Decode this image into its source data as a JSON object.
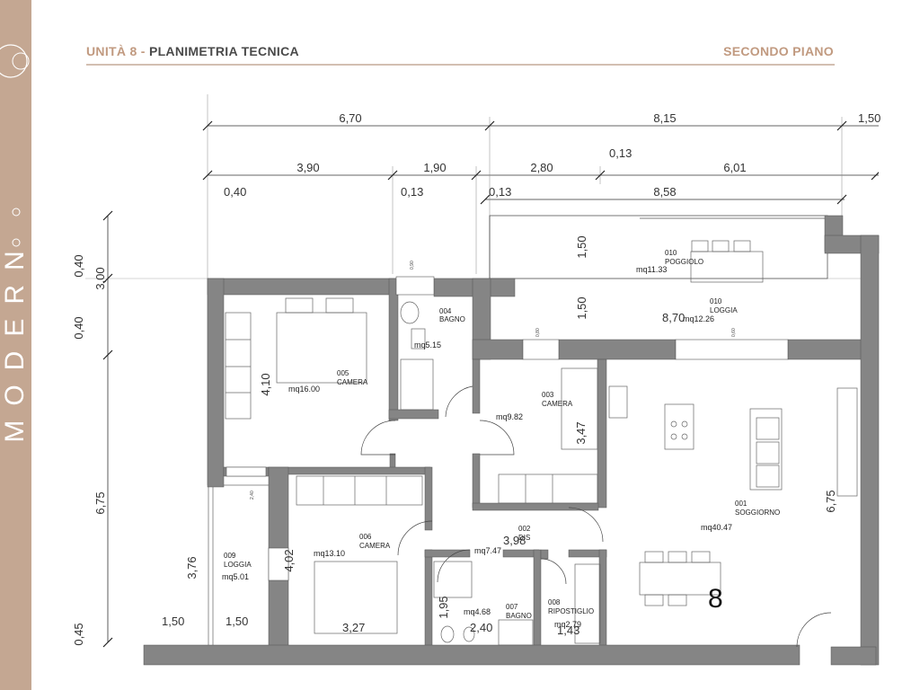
{
  "header": {
    "unit": "UNITÀ 8",
    "separator": "-",
    "subtitle": "PLANIMETRIA TECNICA",
    "floor": "SECONDO PIANO"
  },
  "brand": {
    "side_text": "MODERN"
  },
  "colors": {
    "accent": "#c4a792",
    "wall": "#808080",
    "dimension": "#333333"
  },
  "unit_number": "8",
  "dimensions": {
    "top_row1": [
      "6,70",
      "8,15",
      "1,50"
    ],
    "top_row2": [
      "3,90",
      "1,90",
      "2,80",
      "0,13",
      "6,01"
    ],
    "top_row3": [
      "0,40",
      "0,13",
      "0,13",
      "8,58"
    ],
    "left": [
      "0,40",
      "3,00",
      "0,40",
      "6,75",
      "0,45"
    ],
    "interior": [
      "1,50",
      "1,50",
      "8,70",
      "4,10",
      "3,47",
      "6,75",
      "3,76",
      "4,02",
      "1,95",
      "3,98",
      "3,27",
      "2,40",
      "1,43",
      "1,50",
      "1,50"
    ],
    "window_codes": [
      "0,90",
      "0,80",
      "0,60",
      "2,40"
    ]
  },
  "rooms": [
    {
      "code": "010",
      "name": "POGGIOLO",
      "area": "mq11.33"
    },
    {
      "code": "010",
      "name": "LOGGIA",
      "area": "mq12.26"
    },
    {
      "code": "004",
      "name": "BAGNO",
      "area": "mq5.15"
    },
    {
      "code": "005",
      "name": "CAMERA",
      "area": "mq16.00"
    },
    {
      "code": "003",
      "name": "CAMERA",
      "area": "mq9.82"
    },
    {
      "code": "001",
      "name": "SOGGIORNO",
      "area": "mq40.47"
    },
    {
      "code": "006",
      "name": "CAMERA",
      "area": "mq13.10"
    },
    {
      "code": "002",
      "name": "DIS",
      "area": "mq7.47"
    },
    {
      "code": "009",
      "name": "LOGGIA",
      "area": "mq5.01"
    },
    {
      "code": "007",
      "name": "BAGNO",
      "area": "mq4.68"
    },
    {
      "code": "008",
      "name": "RIPOSTIGLIO",
      "area": "mq2.79"
    }
  ]
}
